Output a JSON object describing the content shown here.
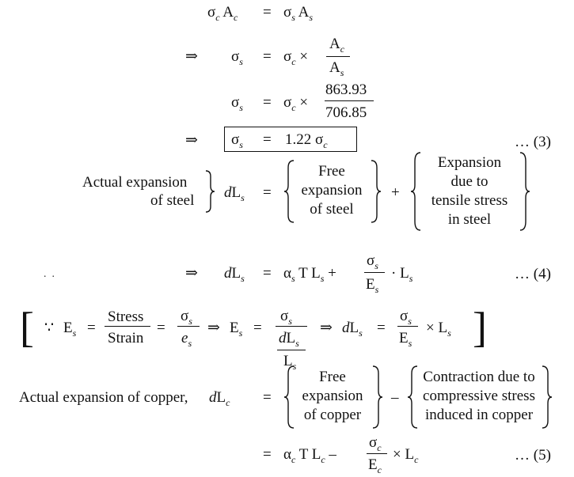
{
  "symbols": {
    "sigma": "σ",
    "implies": "⇒",
    "equals": "=",
    "times": "×",
    "plus": "+",
    "minus": "–",
    "because": "∵",
    "dot": "·",
    "alpha": "α",
    "d": "d",
    "L": "L",
    "T": "T",
    "A": "A",
    "E": "E",
    "e": "e",
    "sub_c": "c",
    "sub_s": "s"
  },
  "numbers": {
    "area_c": "863.93",
    "area_s": "706.85",
    "ratio": "1.22"
  },
  "labels": {
    "actual_exp_steel_1": "Actual expansion",
    "actual_exp_steel_2": "of steel",
    "free_exp_steel": [
      "Free",
      "expansion",
      "of steel"
    ],
    "tensile_exp_steel": [
      "Expansion",
      "due to",
      "tensile stress",
      "in steel"
    ],
    "stress": "Stress",
    "strain": "Strain",
    "actual_exp_copper": "Actual expansion of copper,",
    "free_exp_copper": [
      "Free",
      "expansion",
      "of copper"
    ],
    "contraction_copper": [
      "Contraction due to",
      "compressive stress",
      "induced in copper"
    ]
  },
  "eq_numbers": {
    "eq3": "… (3)",
    "eq4": "… (4)",
    "eq5": "… (5)"
  }
}
